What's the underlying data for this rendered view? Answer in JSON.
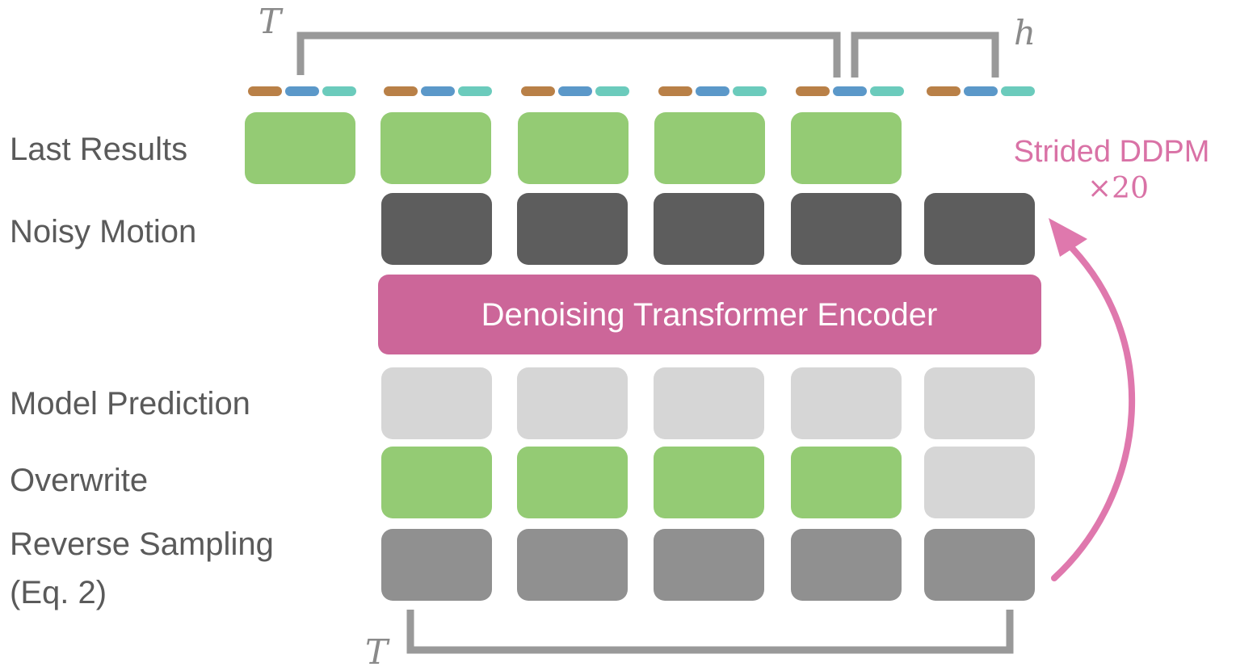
{
  "rows": {
    "last_results": "Last Results",
    "noisy_motion": "Noisy Motion",
    "model_prediction": "Model Prediction",
    "overwrite": "Overwrite",
    "reverse_sampling_line1": "Reverse Sampling",
    "reverse_sampling_line2": "(Eq. 2)"
  },
  "encoder_label": "Denoising Transformer Encoder",
  "brackets": {
    "top_left": "T",
    "top_right": "h",
    "bottom": "T"
  },
  "loop": {
    "line1": "Strided DDPM",
    "line2": "×20"
  },
  "colors": {
    "last_result": "#94cb74",
    "noisy": "#5d5d5d",
    "prediction": "#d6d6d6",
    "reverse": "#909090",
    "encoder": "#cc6699",
    "bracket": "#999999",
    "arrow": "#df78ad",
    "token_1": "#b98047",
    "token_2": "#5b98c9",
    "token_3": "#6bcbbc"
  },
  "overwrite_pattern": [
    "green",
    "green",
    "green",
    "green",
    "gray"
  ]
}
